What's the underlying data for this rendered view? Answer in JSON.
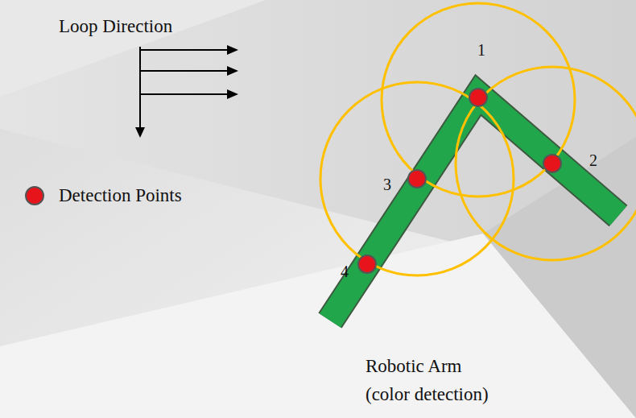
{
  "diagram": {
    "labels": [
      "Loop Direction",
      "1",
      "2",
      "3",
      "4",
      "Robotic Arm (color detection)"
    ],
    "legend": [
      {
        "text": "Detection Points"
      }
    ]
  }
}
